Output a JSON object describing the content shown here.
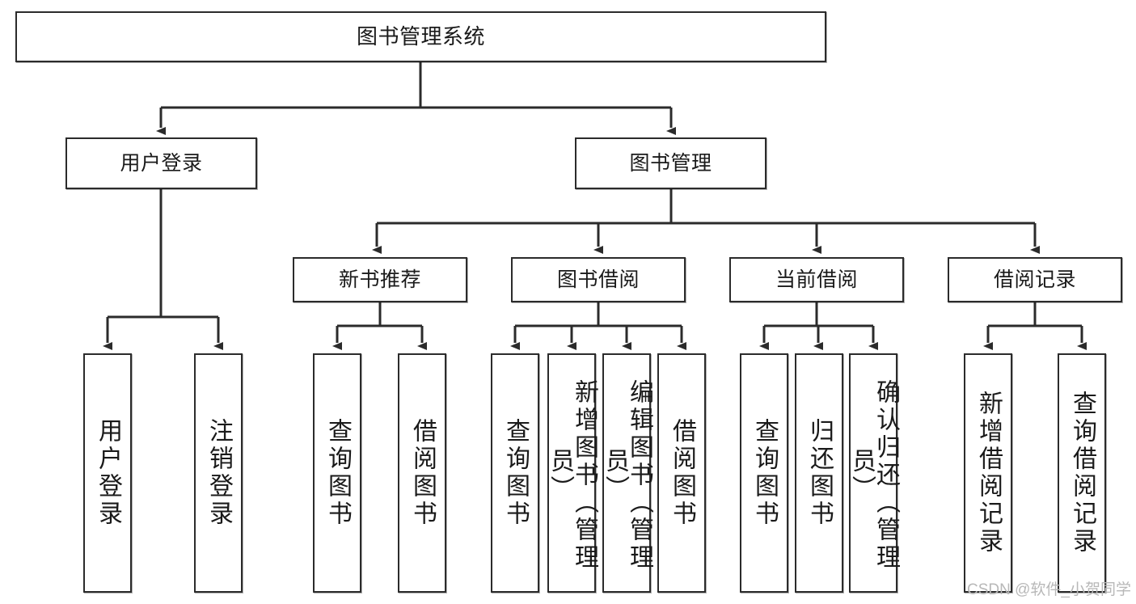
{
  "diagram": {
    "title": "图书管理系统",
    "type": "tree-hierarchy",
    "stroke_color": "#2b2b2b",
    "box_fill": "#ffffff",
    "text_color": "#1a1a1a",
    "watermark": "CSDN @软件_小贺同学"
  },
  "nodes": {
    "root": {
      "label": "图书管理系统"
    },
    "level2": [
      {
        "label": "用户登录"
      },
      {
        "label": "图书管理"
      }
    ],
    "level3": [
      {
        "label": "新书推荐"
      },
      {
        "label": "图书借阅"
      },
      {
        "label": "当前借阅"
      },
      {
        "label": "借阅记录"
      }
    ],
    "leaves": {
      "user_login": [
        {
          "label": "用户登录"
        },
        {
          "label": "注销登录"
        }
      ],
      "new_book_recommend": [
        {
          "label": "查询图书"
        },
        {
          "label": "借阅图书"
        }
      ],
      "book_borrow": [
        {
          "label": "查询图书"
        },
        {
          "label": "新增图书（管理员）"
        },
        {
          "label": "编辑图书（管理员）"
        },
        {
          "label": "借阅图书"
        }
      ],
      "current_borrow": [
        {
          "label": "查询图书"
        },
        {
          "label": "归还图书"
        },
        {
          "label": "确认归还（管理员）"
        }
      ],
      "borrow_record": [
        {
          "label": "新增借阅记录"
        },
        {
          "label": "查询借阅记录"
        }
      ]
    }
  }
}
